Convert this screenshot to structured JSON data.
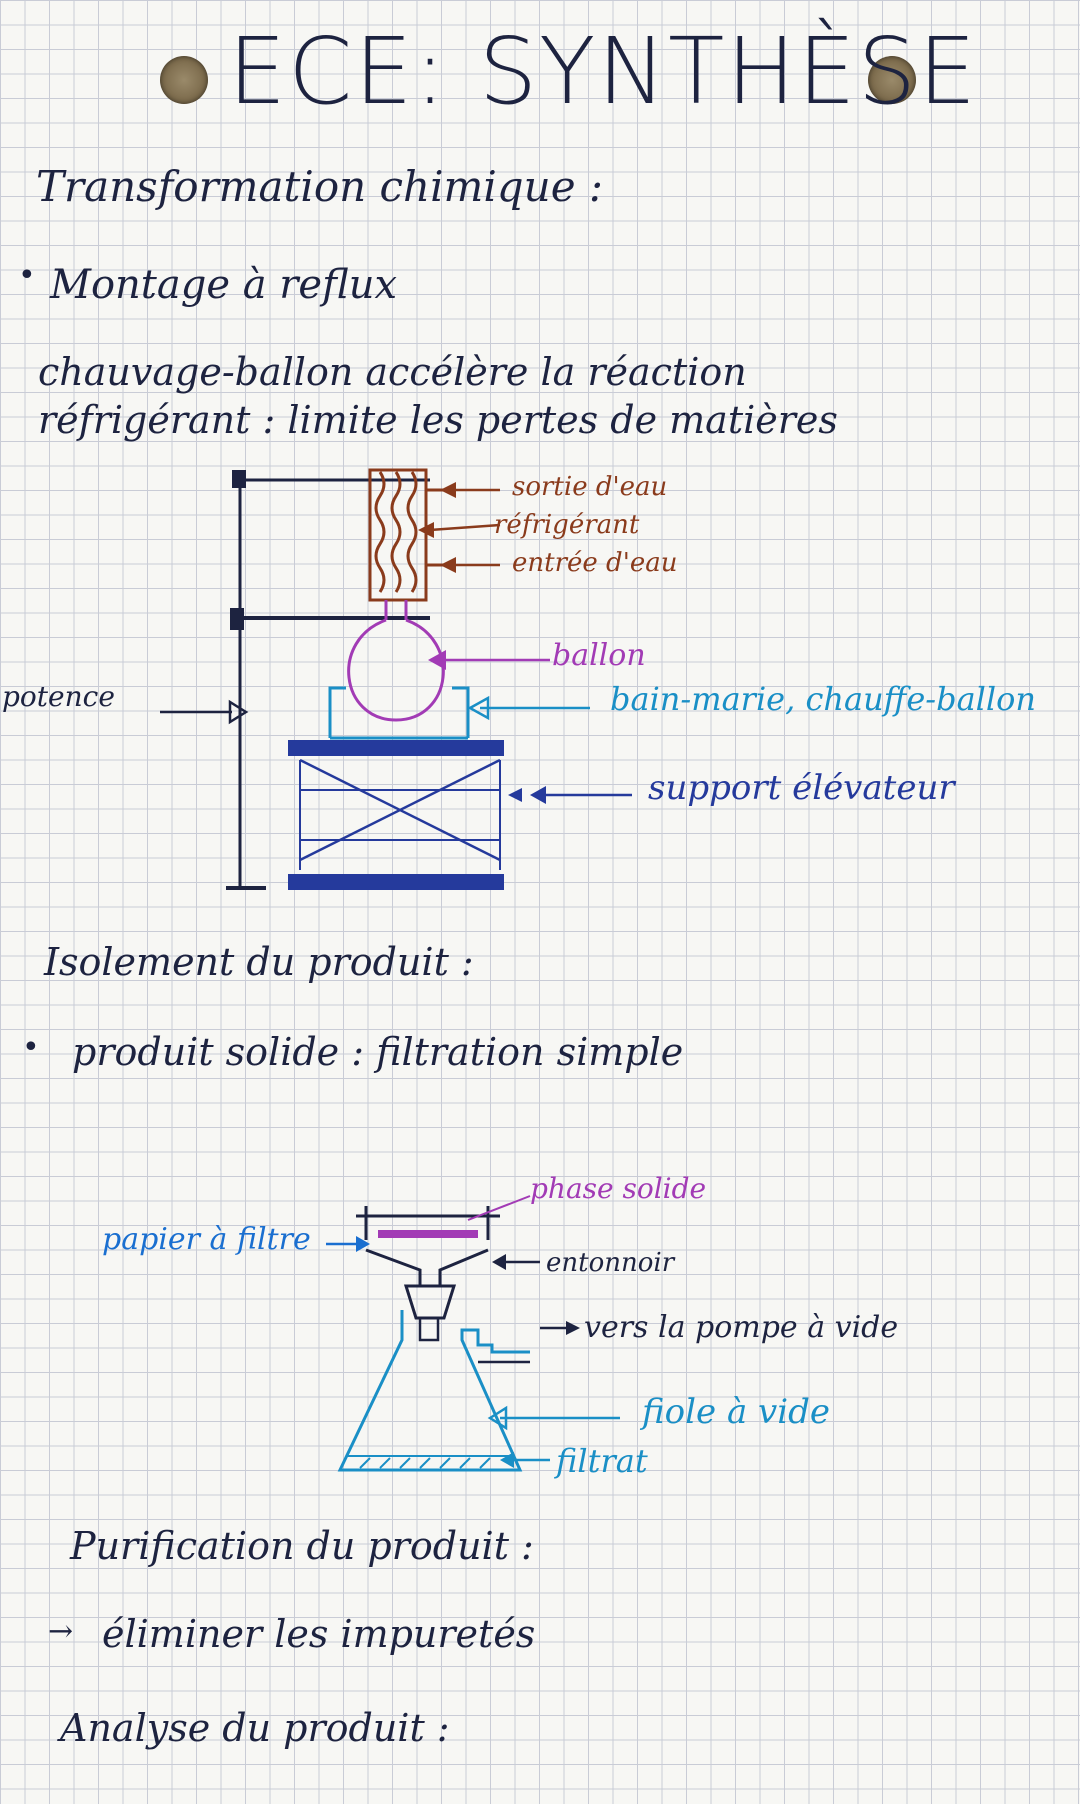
{
  "title": "ECE: SYNTHÈSE",
  "section1": {
    "heading": "Transformation chimique :",
    "bullet": "Montage à reflux",
    "line1": "chauvage-ballon accélère la réaction",
    "line2": "réfrigérant : limite les pertes de matières"
  },
  "reflux_diagram": {
    "labels": {
      "sortie": "sortie d'eau",
      "refrigerant": "réfrigérant",
      "entree": "entrée d'eau",
      "ballon": "ballon",
      "bain": "bain-marie, chauffe-ballon",
      "support": "support élévateur",
      "potence": "potence"
    }
  },
  "section2": {
    "heading": "Isolement du produit :",
    "bullet": "produit solide : filtration simple"
  },
  "filtration_diagram": {
    "labels": {
      "phase": "phase solide",
      "papier": "papier à filtre",
      "entonnoir": "entonnoir",
      "pompe": "vers la pompe à vide",
      "fiole": "fiole à vide",
      "filtrat": "filtrat"
    }
  },
  "section3": {
    "heading": "Purification du produit :",
    "arrow_line": "éliminer les impuretés"
  },
  "section4": {
    "heading": "Analyse du produit :"
  },
  "colors": {
    "ink": "#1d2340",
    "brown": "#8a3b1c",
    "purple": "#a23bb5",
    "blue": "#1a6fd0",
    "navy": "#253a9c",
    "cyan": "#1a8fc6"
  }
}
